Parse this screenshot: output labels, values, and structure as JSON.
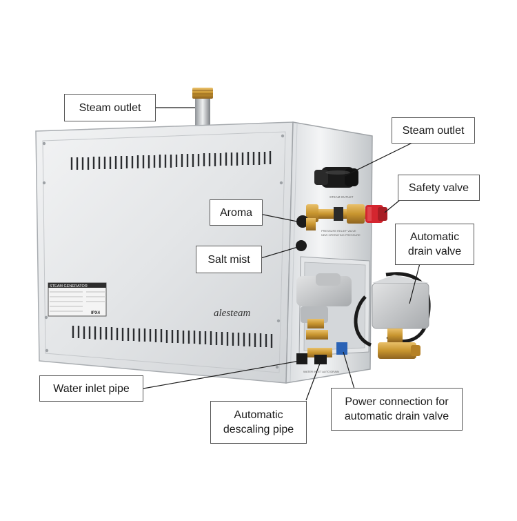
{
  "image": {
    "subject": "steam-generator-product-photo",
    "labels": {
      "steam_outlet_top": "Steam outlet",
      "steam_outlet_side": "Steam outlet",
      "safety_valve": "Safety valve",
      "aroma": "Aroma",
      "salt_mist": "Salt mist",
      "automatic_drain_valve": "Automatic\ndrain valve",
      "water_inlet_pipe": "Water inlet pipe",
      "automatic_descaling_pipe": "Automatic\ndescaling pipe",
      "power_connection": "Power connection for\nautomatic drain valve"
    },
    "brand_logo": "alesteam",
    "nameplate_title": "STEAM GENERATOR",
    "nameplate_rating": "IPX4",
    "colors": {
      "body_steel": "#e2e4e6",
      "safety_valve_red": "#d4262f",
      "brass": "#c8952f",
      "drain_valve_gray": "#c9cbcc",
      "connector_blue": "#2a62b5"
    }
  }
}
